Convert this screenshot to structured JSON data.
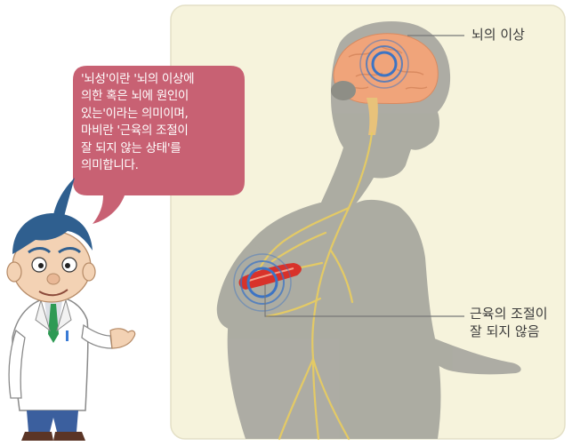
{
  "colors": {
    "panel_bg": "#f6f3dc",
    "panel_border": "#e4e0c6",
    "silhouette": "#a3a39b",
    "nerve": "#e7cc62",
    "brain": "#f0a47a",
    "muscle": "#d8322a",
    "ring": "#3c74c4",
    "bubble": "#c86173",
    "leader_line": "#777777"
  },
  "callouts": {
    "brain": "뇌의 이상",
    "muscle": [
      "근육의 조절이",
      "잘 되지 않음"
    ]
  },
  "speech_bubble": {
    "lines": [
      "'뇌성'이란 '뇌의 이상에",
      "의한 혹은 뇌에 원인이",
      "있는'이라는 의미이며,",
      "마비란 '근육의 조절이",
      "잘 되지 않는 상태'를",
      "의미합니다."
    ]
  },
  "icons": {
    "character": "doctor-character-icon",
    "brain": "brain-icon",
    "muscle": "arm-muscle-icon"
  }
}
